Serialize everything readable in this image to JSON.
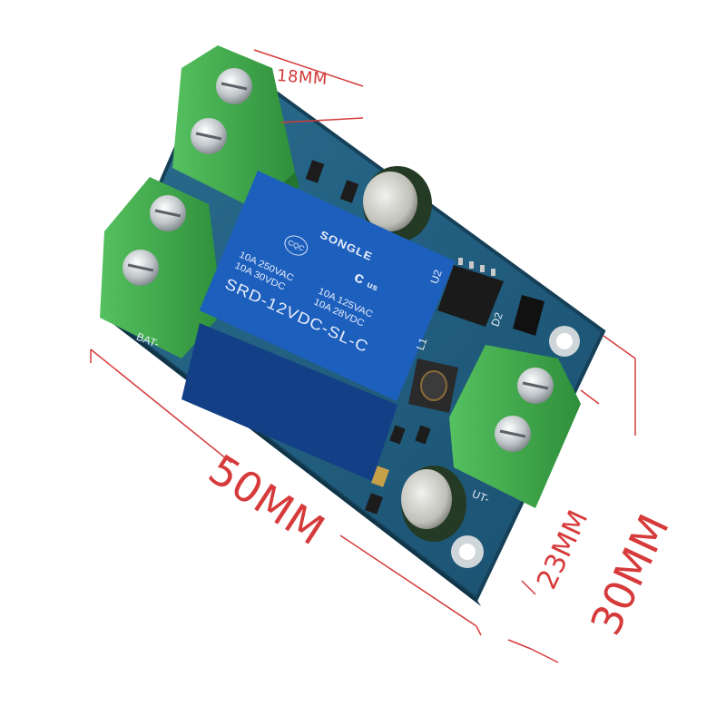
{
  "dimensions": {
    "width_top": "18MM",
    "length": "50MM",
    "height_inner": "23MM",
    "height_outer": "30MM"
  },
  "relay": {
    "brand": "SONGLE",
    "cert_mark": "CQC",
    "ul_mark": "c",
    "ul_suffix": "us",
    "rating_left": [
      "10A 250VAC",
      "10A 30VDC"
    ],
    "rating_right": [
      "10A 125VAC",
      "10A 28VDC"
    ],
    "model": "SRD-12VDC-SL-C"
  },
  "silkscreen": {
    "bat_label": "BAT-",
    "out_label": "UT-",
    "u2": "U2",
    "d2": "D2",
    "l1": "L1"
  },
  "colors": {
    "pcb": "#1f5a78",
    "pcb_edge": "#17465e",
    "terminal_green": "#3fae4c",
    "relay_blue": "#1d5fbd",
    "dimension_red": "#d63a3a"
  }
}
